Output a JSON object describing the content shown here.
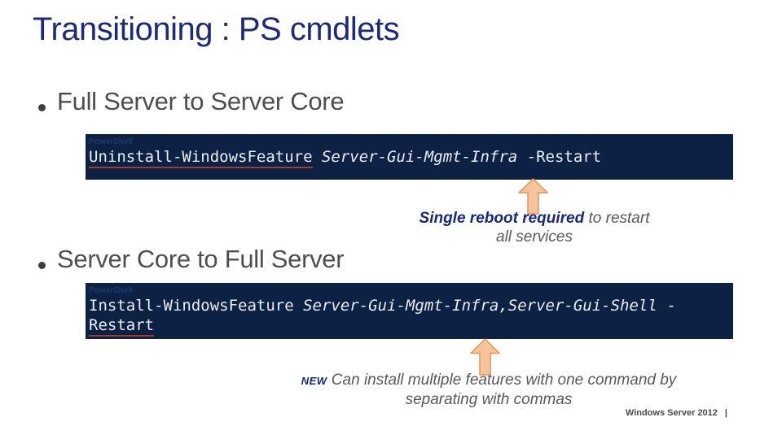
{
  "title": "Transitioning : PS cmdlets",
  "colors": {
    "title_navy": "#1b2a7b",
    "heading_gray": "#4e4e4e",
    "code_box_bg": "#0d2145",
    "code_label": "#1b3a6b",
    "code_text": "#e9eef7",
    "underline_red": "#a03a33",
    "callout_navy": "#16297c",
    "callout_gray": "#58585a",
    "arrow_fill": "#f9c49c",
    "arrow_stroke": "#e3954e",
    "footer_gray": "#4a4a4c"
  },
  "sections": [
    {
      "heading": "Full Server to Server Core",
      "code_label": "PowerShell",
      "code": {
        "cmd": "Uninstall-WindowsFeature",
        "args": " Server-Gui-Mgmt-Infra",
        "flag": " -Restart"
      }
    },
    {
      "heading": "Server Core to Full Server",
      "code_label": "PowerShell",
      "code": {
        "cmd": "Install-WindowsFeature",
        "args": " Server-Gui-Mgmt-Infra,Server-Gui-Shell",
        "flag": " -",
        "flag_wrapped": "Restart"
      }
    }
  ],
  "callouts": {
    "reboot": {
      "bold": "Single reboot required",
      "rest": " to restart",
      "line2": "all services"
    },
    "new_feature": {
      "badge": "NEW",
      "rest": " Can install multiple features with one command by",
      "line2": "separating with commas"
    }
  },
  "footer": {
    "brand": "Windows Server 2012",
    "separator": "|"
  }
}
